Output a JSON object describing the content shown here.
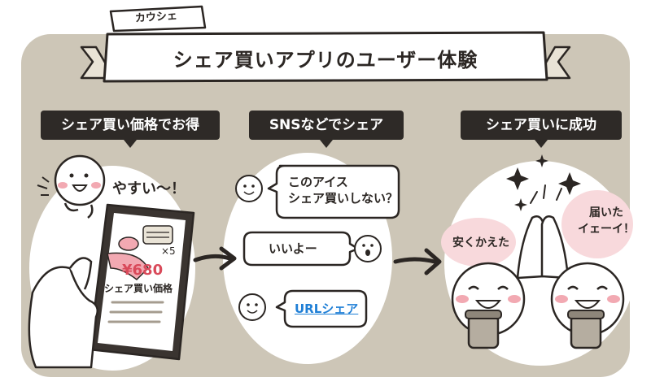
{
  "header": {
    "brand": "カウシェ",
    "title": "シェア買いアプリのユーザー体験"
  },
  "steps": [
    {
      "label": "シェア買い価格でお得",
      "exclamation": "やすい〜！",
      "price": "¥680",
      "price_caption": "シェア買い価格",
      "quantity": "×5"
    },
    {
      "label": "SNSなどでシェア",
      "messages": [
        {
          "line1": "このアイス",
          "line2": "シェア買いしない？"
        },
        {
          "line1": "いいよー"
        },
        {
          "line1": "URLシェア"
        }
      ]
    },
    {
      "label": "シェア買いに成功",
      "left_bubble": "安くかえた",
      "right_bubble_line1": "届いた",
      "right_bubble_line2": "イェーイ！"
    }
  ],
  "colors": {
    "background_panel": "#cdc6b7",
    "label_bg": "#2e2a27",
    "label_text": "#ffffff",
    "link": "#1f7fd6",
    "price": "#d94a5a",
    "cheek": "#f2a9b2",
    "blush_bubble": "#f8d9dc"
  }
}
